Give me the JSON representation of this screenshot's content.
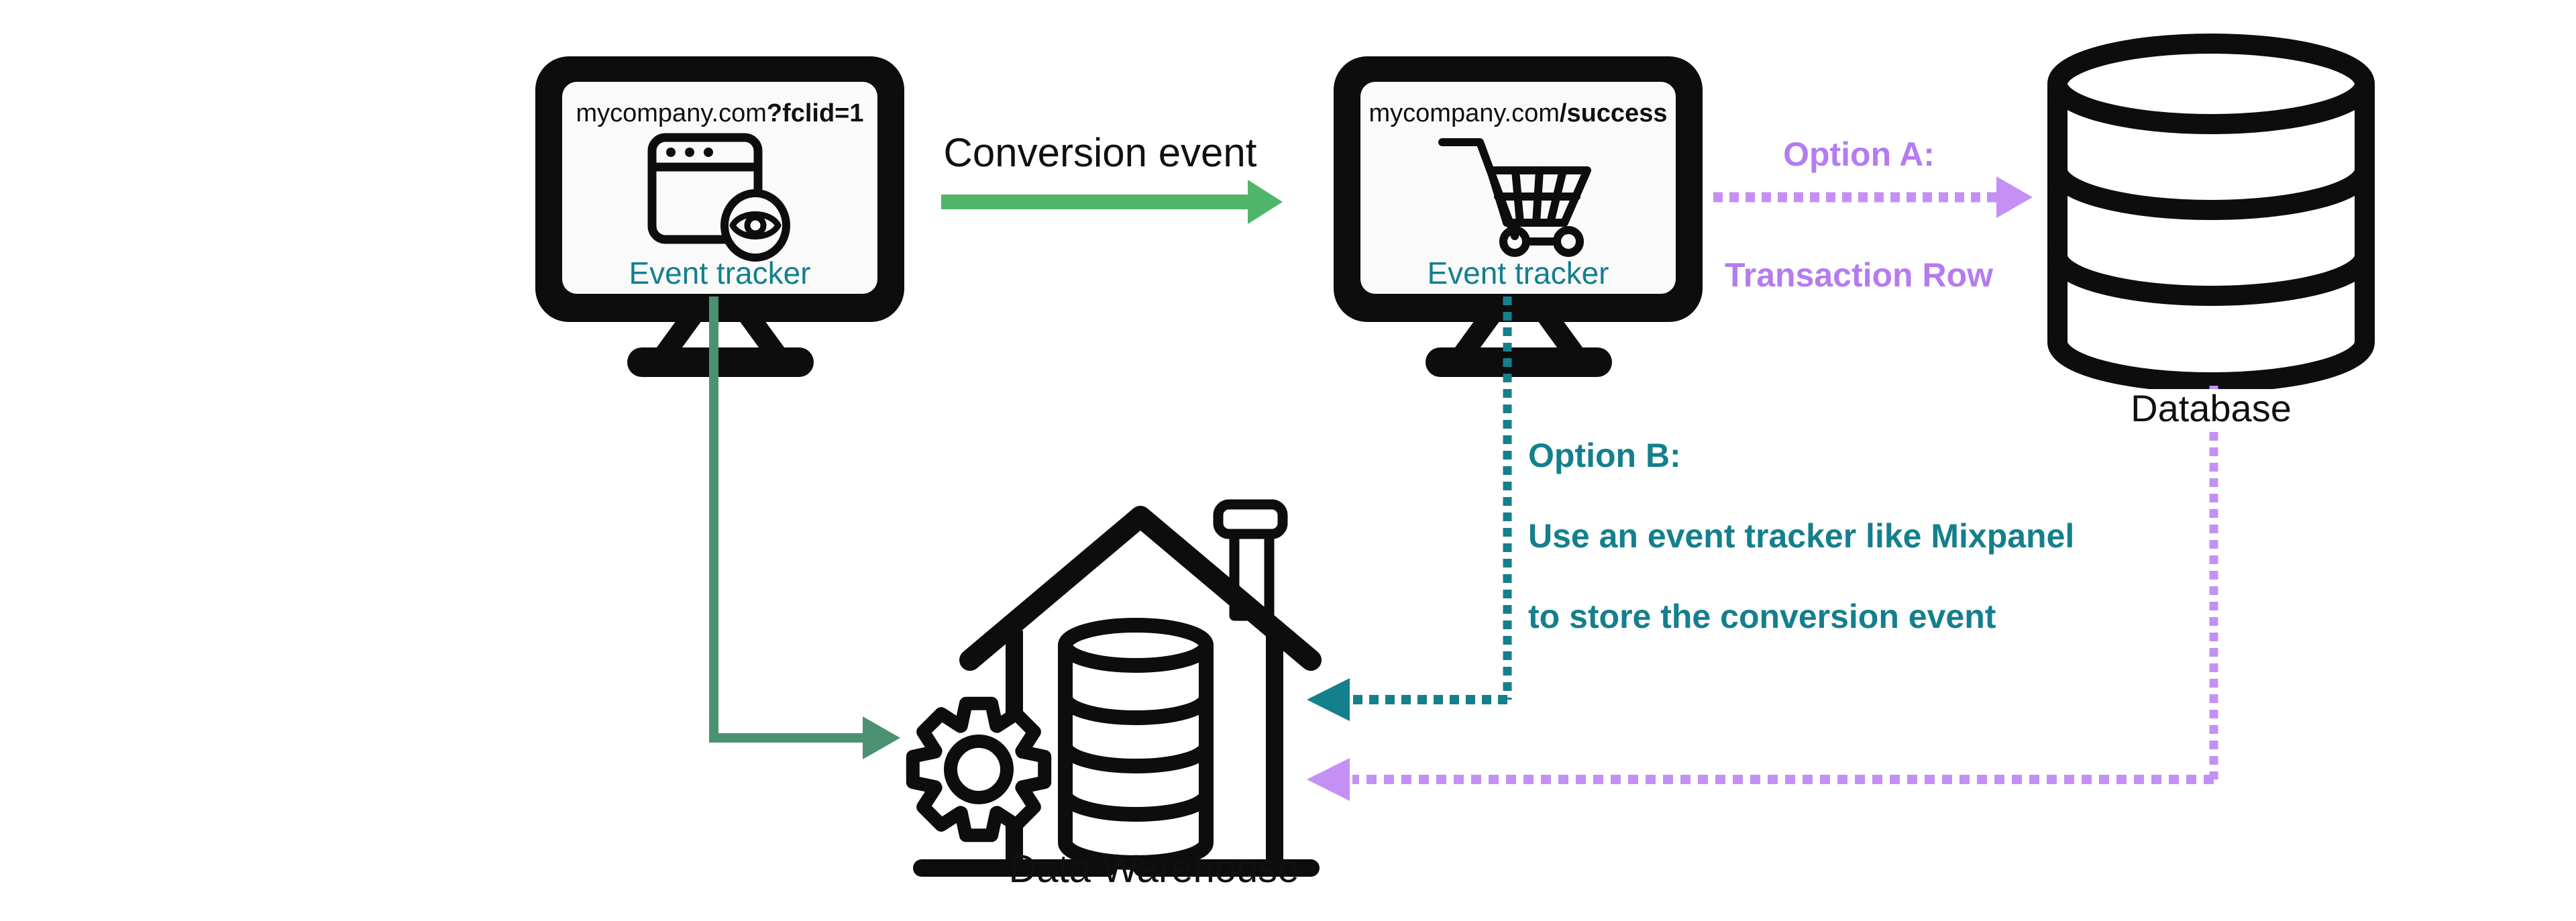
{
  "palette": {
    "arrow_green": "#4fb669",
    "arrow_dark_green": "#4b9273",
    "teal": "#147f8d",
    "purple_text": "#b57bef",
    "purple_line": "#c490f5",
    "icon_black": "#0d0d0d",
    "screen_bg": "#fafafa"
  },
  "monitor1": {
    "url_prefix": "mycompany.com",
    "url_suffix_bold": "?fclid=1",
    "label": "Event tracker"
  },
  "monitor2": {
    "url_prefix": "mycompany.com",
    "url_suffix_bold": "/success",
    "label": "Event tracker"
  },
  "flows": {
    "conversion_label": "Conversion event",
    "option_a_title": "Option A:",
    "option_a_sublabel": "Transaction Row",
    "option_b_title": "Option B:",
    "option_b_line2": "Use an event tracker like Mixpanel",
    "option_b_line3": "to store the conversion event"
  },
  "database": {
    "label": "Database"
  },
  "warehouse": {
    "label": "Data Warehouse"
  }
}
